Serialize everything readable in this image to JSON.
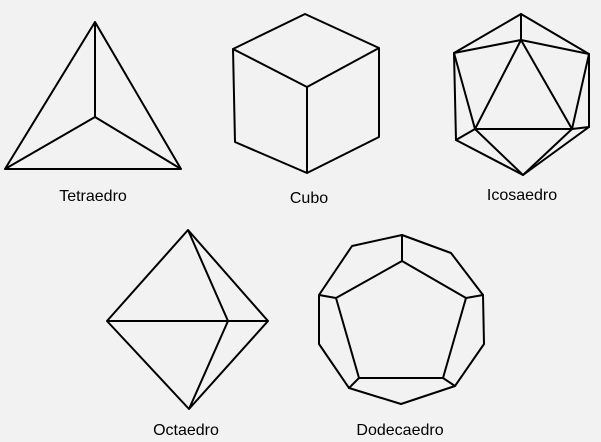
{
  "solids": [
    {
      "id": "tetraedro",
      "name": "Tetraedro"
    },
    {
      "id": "cubo",
      "name": "Cubo"
    },
    {
      "id": "icosaedro",
      "name": "Icosaedro"
    },
    {
      "id": "octaedro",
      "name": "Octaedro"
    },
    {
      "id": "dodecaedro",
      "name": "Dodecaedro"
    }
  ],
  "colors": {
    "background": "#f2f2f2",
    "stroke": "#000000"
  }
}
